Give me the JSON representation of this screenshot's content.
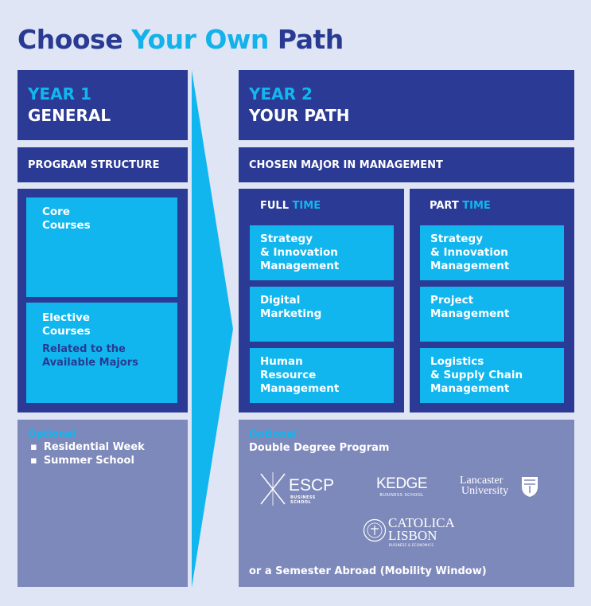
{
  "title": {
    "part1": "Choose",
    "part2": "Your Own",
    "part3": "Path"
  },
  "year1": {
    "label": "YEAR 1",
    "name": "GENERAL",
    "section": "PROGRAM STRUCTURE",
    "core": "Core\nCourses",
    "elective": "Elective\nCourses",
    "elective_note": "Related to the\nAvailable Majors",
    "optional_label": "Optional",
    "optional_items": [
      "Residential Week",
      "Summer School"
    ]
  },
  "year2": {
    "label": "YEAR 2",
    "name": "YOUR PATH",
    "section": "CHOSEN MAJOR IN MANAGEMENT",
    "full_time": {
      "prefix": "FULL",
      "suffix": "TIME",
      "courses": [
        "Strategy\n& Innovation\nManagement",
        "Digital\nMarketing",
        "Human\nResource\nManagement"
      ]
    },
    "part_time": {
      "prefix": "PART",
      "suffix": "TIME",
      "courses": [
        "Strategy\n& Innovation\nManagement",
        "Project\nManagement",
        "Logistics\n& Supply Chain\nManagement"
      ]
    },
    "optional_label": "Optional",
    "double_degree": "Double Degree Program",
    "semester_abroad": "or a Semester Abroad (Mobility Window)"
  },
  "logos": {
    "escp": {
      "name": "ESCP",
      "sub": "BUSINESS SCHOOL"
    },
    "kedge": {
      "name": "KEDGE",
      "sub": "BUSINESS SCHOOL"
    },
    "lancaster": {
      "line1": "Lancaster",
      "line2": "University"
    },
    "catolica": {
      "line1": "CATOLICA",
      "line2": "LISBON",
      "sub": "BUSINESS & ECONOMICS"
    }
  },
  "colors": {
    "navy": "#2b3a94",
    "cyan": "#12b6ef",
    "gray": "#7e89bb",
    "background": "#dfe5f4"
  }
}
